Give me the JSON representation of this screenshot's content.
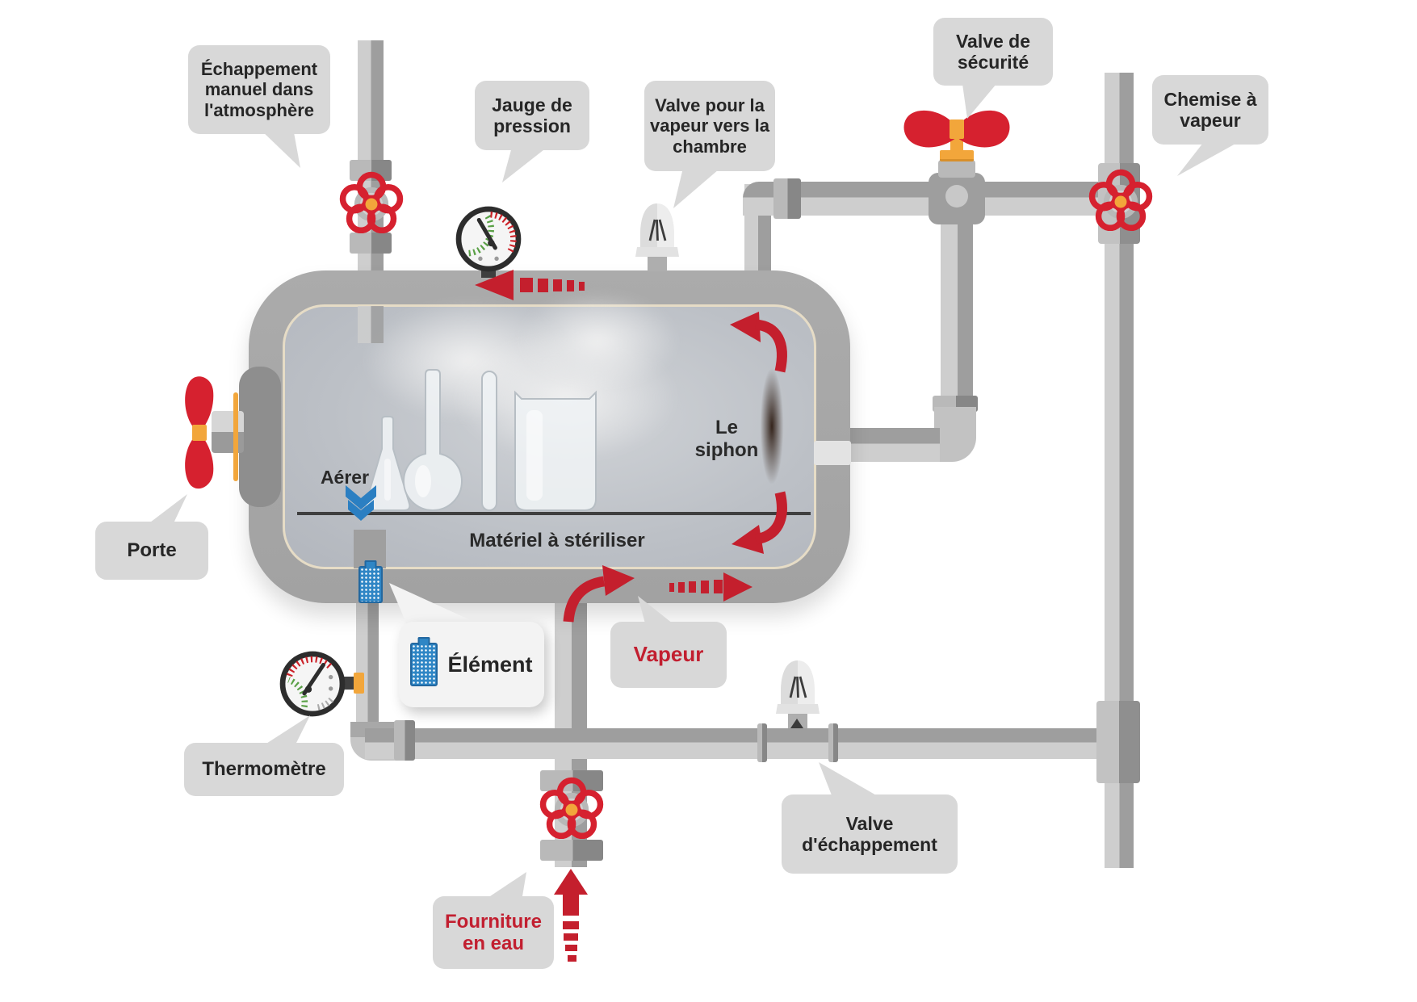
{
  "colors": {
    "red": "#c41f2d",
    "valveRed": "#d6212f",
    "orange": "#f2a63b",
    "blue": "#2f86c5",
    "aererBlue": "#2b7fc2",
    "bubble": "#d8d8d8",
    "textDark": "#262626",
    "redText": "#c21f30",
    "pipeLight": "#cecece",
    "pipeDark": "#9e9e9e",
    "gaugeGreen": "#5aa046",
    "gaugeRed": "#cc2128"
  },
  "labels": {
    "manual_exhaust": "Échappement manuel dans l'atmosphère",
    "pressure_gauge": "Jauge de pression",
    "steam_to_chamber_valve": "Valve pour la vapeur vers la chambre",
    "safety_valve": "Valve de sécurité",
    "steam_jacket": "Chemise à vapeur",
    "door": "Porte",
    "vent": "Aérer",
    "siphon": "Le siphon",
    "material": "Matériel à stériliser",
    "element": "Élément",
    "steam": "Vapeur",
    "thermometer": "Thermomètre",
    "exhaust_valve": "Valve d'échappement",
    "water_supply": "Fourniture en eau"
  }
}
